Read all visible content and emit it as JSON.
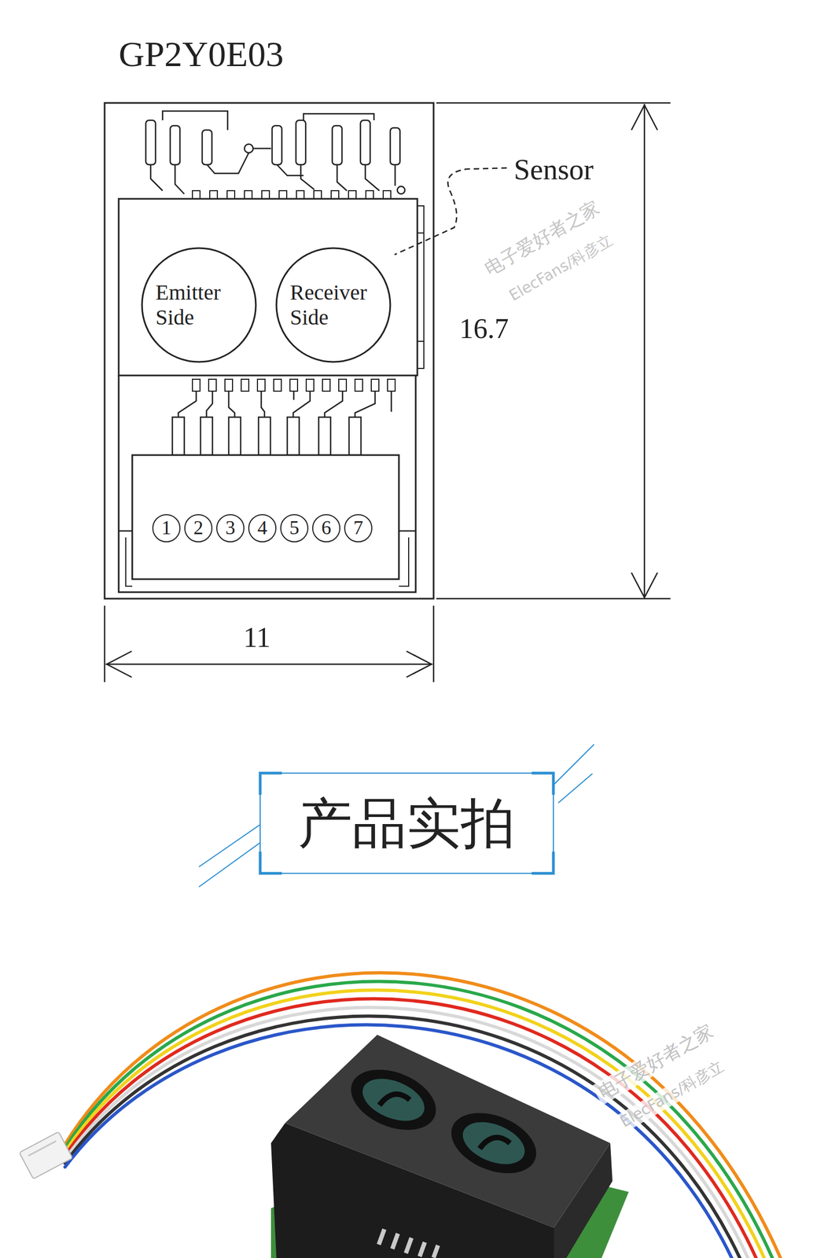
{
  "diagram": {
    "title": "GP2Y0E03",
    "nodes": [
      {
        "text": [
          "Emitter Side"
        ]
      },
      {
        "text": [
          "Receiver Side"
        ]
      },
      {
        "text": [
          "1"
        ]
      },
      {
        "text": [
          "2"
        ]
      },
      {
        "text": [
          "3"
        ]
      },
      {
        "text": [
          "4"
        ]
      },
      {
        "text": [
          "5"
        ]
      },
      {
        "text": [
          "6"
        ]
      },
      {
        "text": [
          "7"
        ]
      },
      {
        "text": [
          "产品实拍"
        ]
      }
    ],
    "labels": [
      "Sensor",
      "16.7",
      "11",
      "电子爱好者之家",
      "ElecFans/科彦立",
      "电子爱好者之家",
      "ElecFans/科彦立"
    ]
  }
}
